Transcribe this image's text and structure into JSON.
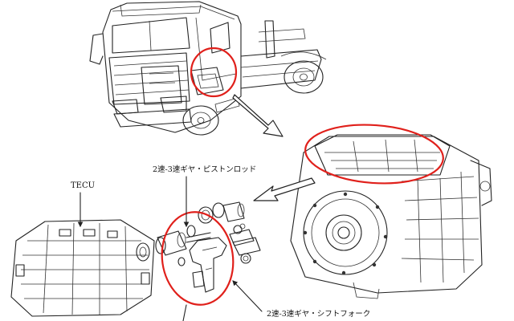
{
  "labels": {
    "tecu": "TECU",
    "piston_rod": "2速-3速ギヤ・ピストンロッド",
    "shift_fork": "2速-3速ギヤ・シフトフォーク"
  },
  "colors": {
    "highlight": "#e0201b",
    "line": "#222222",
    "background": "#ffffff"
  },
  "icons": {
    "pointer": "arrow-icon"
  }
}
